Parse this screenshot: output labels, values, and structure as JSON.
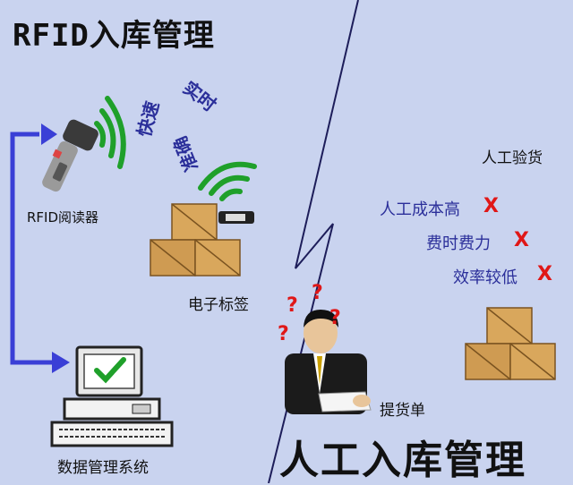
{
  "titles": {
    "rfid": "RFID入库管理",
    "manual": "人工入库管理"
  },
  "labels": {
    "reader": "RFID阅读器",
    "tag": "电子标签",
    "system": "数据管理系统",
    "inspection": "人工验货",
    "slip": "提货单"
  },
  "benefits": [
    "快速",
    "实时",
    "准确"
  ],
  "problems": [
    "人工成本高",
    "费时费力",
    "效率较低"
  ],
  "marks": {
    "bad": "X"
  },
  "colors": {
    "background": "#c9d3ef",
    "accent_blue": "#2b2f9a",
    "wave_green": "#1fa02a",
    "cross_red": "#e01717",
    "arrow": "#3a3fd6"
  }
}
